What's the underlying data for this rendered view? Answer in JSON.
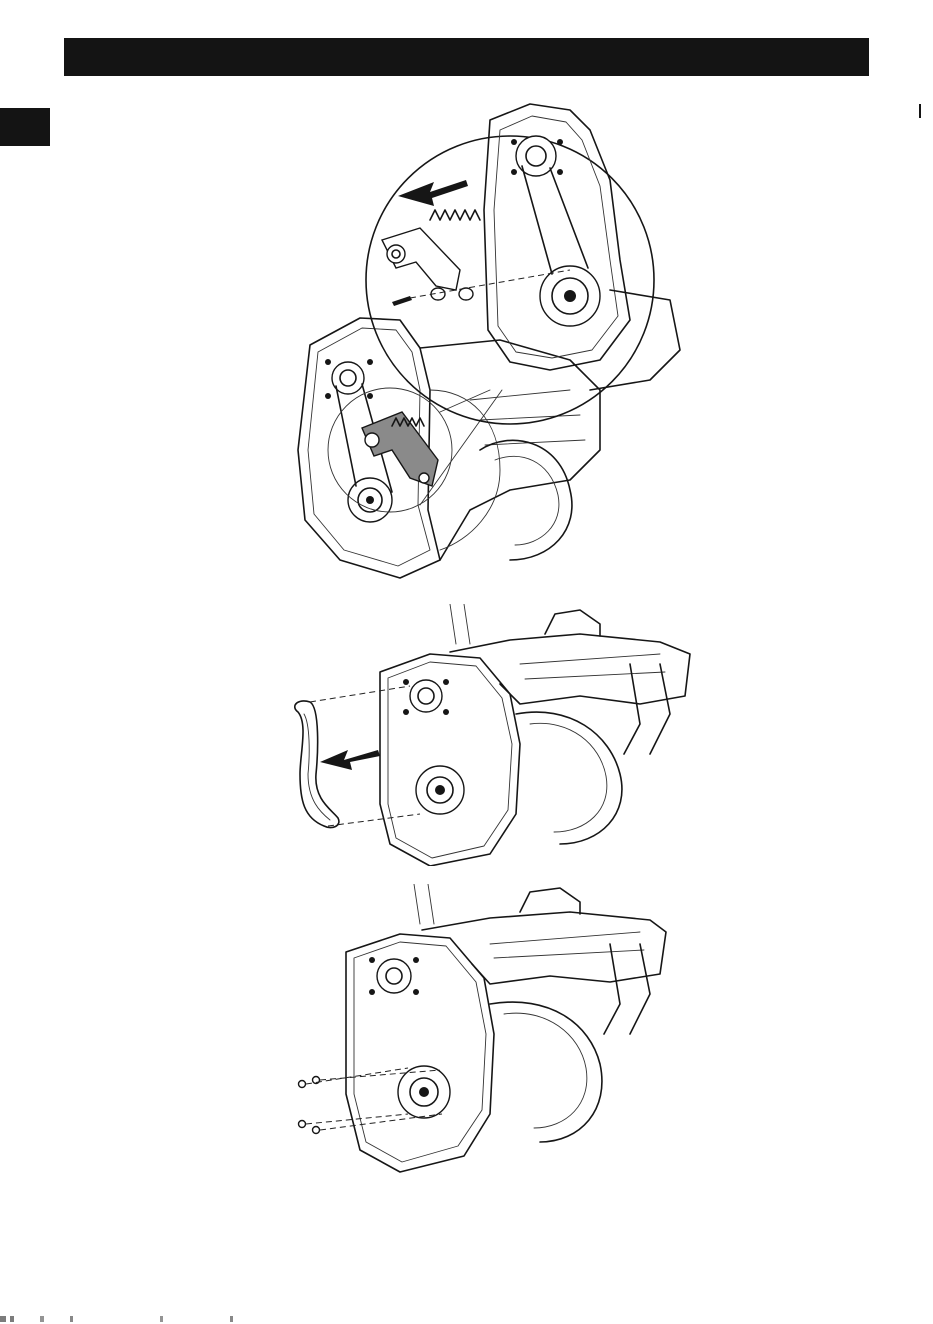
{
  "page": {
    "header_bar": "",
    "side_tab": ""
  },
  "figures": [
    {
      "icon": "belt-tensioner-removal-illustration"
    },
    {
      "icon": "drive-belt-removal-illustration"
    },
    {
      "icon": "pulley-cover-screws-illustration"
    }
  ],
  "colors": {
    "bar": "#141414",
    "ink": "#161616",
    "highlight_part": "#8a8a8a"
  }
}
